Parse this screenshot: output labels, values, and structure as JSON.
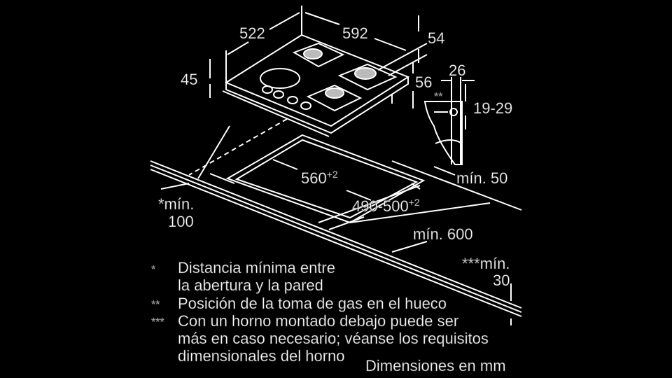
{
  "dimensions": {
    "depth": "522",
    "width": "592",
    "height_54": "54",
    "thickness": "45",
    "side_56": "56",
    "gas_26": "26",
    "gas_marker": "**",
    "gas_range": "19-29",
    "cutout_width": "560",
    "cutout_width_tol": "+2",
    "cutout_depth": "490-500",
    "cutout_depth_tol": "+2",
    "min_50": "mín. 50",
    "min_100_prefix": "*mín.",
    "min_100_value": "100",
    "min_600": "mín. 600",
    "min_30_prefix": "***mín.",
    "min_30_value": "30"
  },
  "notes": [
    {
      "marker": "*",
      "lines": [
        "Distancia mínima entre",
        "la abertura y la pared"
      ]
    },
    {
      "marker": "**",
      "lines": [
        "Posición de la toma de gas en el hueco"
      ]
    },
    {
      "marker": "***",
      "lines": [
        "Con un horno montado debajo puede ser",
        "más en caso necesario; véanse los requisitos",
        "dimensionales del horno"
      ]
    }
  ],
  "units_label": "Dimensiones en mm"
}
